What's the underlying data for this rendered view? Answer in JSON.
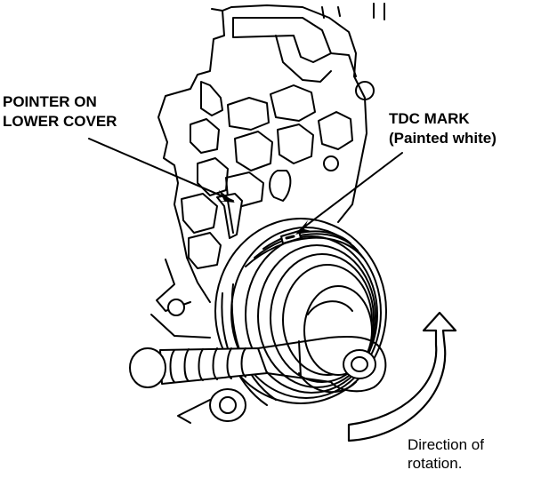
{
  "labels": {
    "pointer": [
      "POINTER ON",
      "LOWER COVER"
    ],
    "tdc": [
      "TDC MARK",
      "(Painted white)"
    ],
    "rotation": [
      "Direction of",
      "rotation."
    ]
  },
  "colors": {
    "ink": "#000000",
    "paper": "#ffffff"
  }
}
